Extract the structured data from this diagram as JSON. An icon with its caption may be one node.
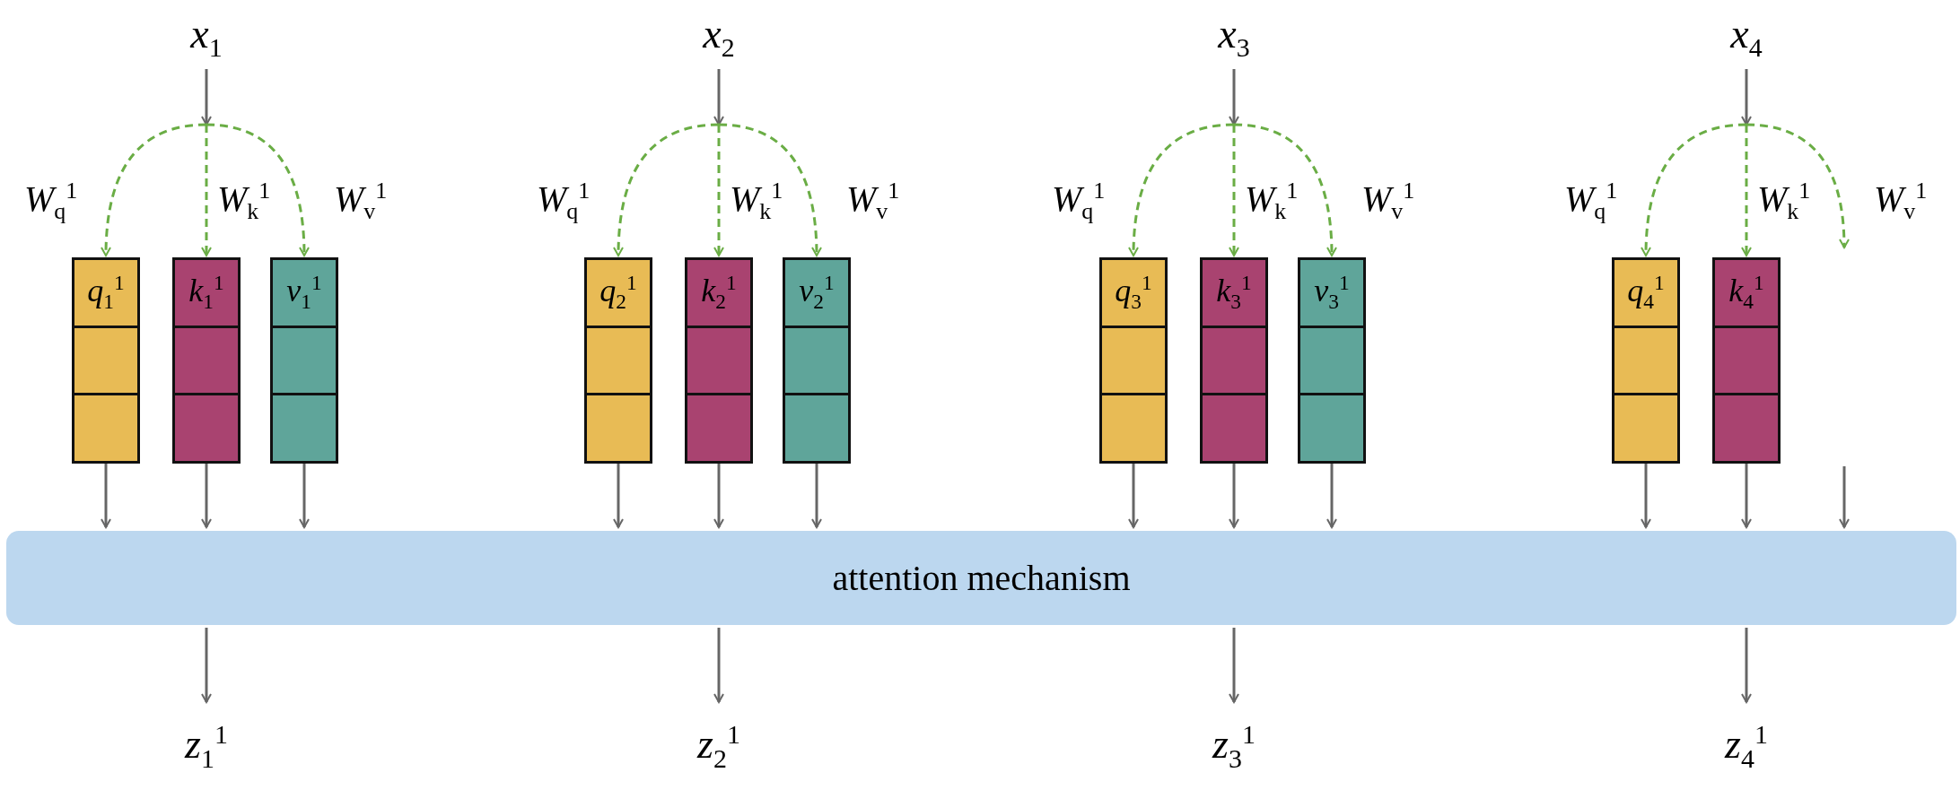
{
  "diagram": {
    "nodes": [
      {
        "text": [
          "x$_{1}$"
        ]
      },
      {
        "text": [
          "q$_{1}$$^{1}$"
        ]
      },
      {
        "text": [
          "k$_{1}$$^{1}$"
        ]
      },
      {
        "text": [
          "v$_{1}$$^{1}$"
        ]
      },
      {
        "text": [
          "x$_{2}$"
        ]
      },
      {
        "text": [
          "q$_{2}$$^{1}$"
        ]
      },
      {
        "text": [
          "k$_{2}$$^{1}$"
        ]
      },
      {
        "text": [
          "v$_{2}$$^{1}$"
        ]
      },
      {
        "text": [
          "x$_{3}$"
        ]
      },
      {
        "text": [
          "q$_{3}$$^{1}$"
        ]
      },
      {
        "text": [
          "k$_{3}$$^{1}$"
        ]
      },
      {
        "text": [
          "v$_{3}$$^{1}$"
        ]
      },
      {
        "text": [
          "x$_{4}$"
        ]
      },
      {
        "text": [
          "q$_{4}$$^{1}$"
        ]
      },
      {
        "text": [
          "k$_{4}$$^{1}$"
        ]
      },
      {
        "text": [
          "attention mechanism"
        ]
      },
      {
        "text": [
          "z$_{1}$$^{1}$"
        ]
      },
      {
        "text": [
          "z$_{2}$$^{1}$"
        ]
      },
      {
        "text": [
          "z$_{3}$$^{1}$"
        ]
      },
      {
        "text": [
          "z$_{4}$$^{1}$"
        ]
      }
    ],
    "edges": [
      {
        "from": 0,
        "to": 1,
        "arrow": "to",
        "label": "W$_{q}$$^{1}$",
        "style": "dashed",
        "color": "#6aad45"
      },
      {
        "from": 0,
        "to": 2,
        "arrow": "to",
        "label": "W$_{k}$$^{1}$",
        "style": "dashed",
        "color": "#6aad45"
      },
      {
        "from": 0,
        "to": 3,
        "arrow": "to",
        "label": "W$_{v}$$^{1}$",
        "style": "dashed",
        "color": "#6aad45"
      },
      {
        "from": 4,
        "to": 5,
        "arrow": "to",
        "label": "W$_{q}$$^{1}$",
        "style": "dashed",
        "color": "#6aad45"
      },
      {
        "from": 4,
        "to": 6,
        "arrow": "to",
        "label": "W$_{k}$$^{1}$",
        "style": "dashed",
        "color": "#6aad45"
      },
      {
        "from": 4,
        "to": 7,
        "arrow": "to",
        "label": "W$_{v}$$^{1}$",
        "style": "dashed",
        "color": "#6aad45"
      },
      {
        "from": 8,
        "to": 9,
        "arrow": "to",
        "label": "W$_{q}$$^{1}$",
        "style": "dashed",
        "color": "#6aad45"
      },
      {
        "from": 8,
        "to": 10,
        "arrow": "to",
        "label": "W$_{k}$$^{1}$",
        "style": "dashed",
        "color": "#6aad45"
      },
      {
        "from": 8,
        "to": 11,
        "arrow": "to",
        "label": "W$_{v}$$^{1}$",
        "style": "dashed",
        "color": "#6aad45"
      },
      {
        "from": 12,
        "to": 13,
        "arrow": "to",
        "label": "W$_{q}$$^{1}$",
        "style": "dashed",
        "color": "#6aad45"
      },
      {
        "from": 12,
        "to": 14,
        "arrow": "to",
        "label": "W$_{k}$$^{1}$",
        "style": "dashed",
        "color": "#6aad45"
      },
      {
        "from": 12,
        "to": null,
        "arrow": "to",
        "label": "W$_{v}$$^{1}$",
        "style": "dashed",
        "color": "#6aad45"
      },
      {
        "from": 1,
        "to": 15,
        "arrow": "to"
      },
      {
        "from": 2,
        "to": 15,
        "arrow": "to"
      },
      {
        "from": 3,
        "to": 15,
        "arrow": "to"
      },
      {
        "from": 5,
        "to": 15,
        "arrow": "to"
      },
      {
        "from": 6,
        "to": 15,
        "arrow": "to"
      },
      {
        "from": 7,
        "to": 15,
        "arrow": "to"
      },
      {
        "from": 9,
        "to": 15,
        "arrow": "to"
      },
      {
        "from": 10,
        "to": 15,
        "arrow": "to"
      },
      {
        "from": 11,
        "to": 15,
        "arrow": "to"
      },
      {
        "from": 13,
        "to": 15,
        "arrow": "to"
      },
      {
        "from": 14,
        "to": 15,
        "arrow": "to"
      },
      {
        "from": null,
        "to": 15,
        "arrow": "to"
      },
      {
        "from": 15,
        "to": 16,
        "arrow": "to"
      },
      {
        "from": 15,
        "to": 17,
        "arrow": "to"
      },
      {
        "from": 15,
        "to": 18,
        "arrow": "to"
      },
      {
        "from": 15,
        "to": 19,
        "arrow": "to"
      }
    ]
  }
}
